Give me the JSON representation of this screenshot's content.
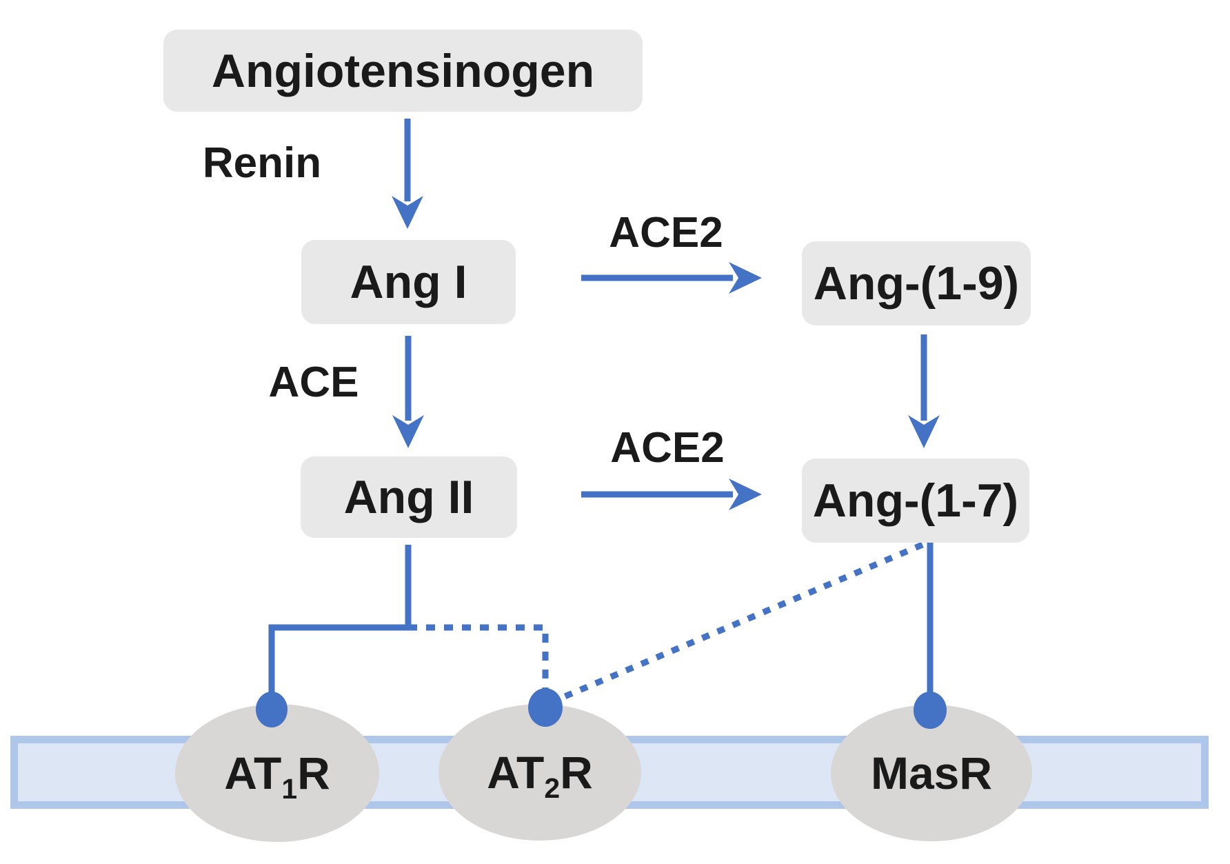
{
  "diagram": {
    "description_colors": {
      "accent_blue": "#4472c4",
      "node_fill": "#e9e8e8",
      "receptor_fill": "#d8d7d5",
      "membrane_fill": "#dce6f5",
      "membrane_border": "#aec6e9",
      "text": "#1a1a1a",
      "background": "#ffffff"
    },
    "nodes": {
      "angiotensinogen": {
        "label": "Angiotensinogen"
      },
      "ang_i": {
        "label": "Ang I"
      },
      "ang_ii": {
        "label": "Ang II"
      },
      "ang_1_9": {
        "label": "Ang-(1-9)"
      },
      "ang_1_7": {
        "label": "Ang-(1-7)"
      }
    },
    "enzymes": {
      "renin": {
        "label": "Renin"
      },
      "ace": {
        "label": "ACE"
      },
      "ace2_top": {
        "label": "ACE2"
      },
      "ace2_bottom": {
        "label": "ACE2"
      }
    },
    "receptors": {
      "at1r": {
        "pre": "AT",
        "sub": "1",
        "post": "R"
      },
      "at2r": {
        "pre": "AT",
        "sub": "2",
        "post": "R"
      },
      "masr": {
        "pre": "MasR",
        "sub": "",
        "post": ""
      }
    }
  }
}
